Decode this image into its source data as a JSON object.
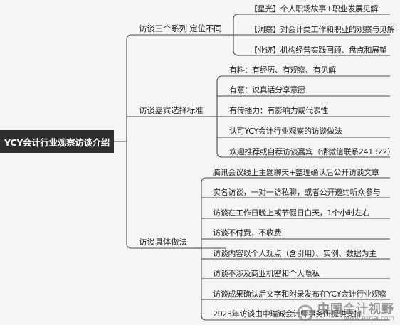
{
  "root": {
    "label": "YCY会计行业观察访谈介绍"
  },
  "branches": [
    {
      "label": "访谈三个系列 定位不同",
      "leaves": [
        "【星光】个人职场故事+职业发展见解",
        "【洞察】对会计类工作和职业的观察与见解",
        "【业迹】机构经营实践回顾、盘点和展望"
      ]
    },
    {
      "label": "访谈嘉宾选择标准",
      "leaves": [
        "有料：有经历、有观察、有见解",
        "有意：说真话分享意愿",
        "有传播力：有影响力或代表性",
        "认可YCY会计行业观察的访谈做法",
        "欢迎推荐或自荐访谈嘉宾（请微信联系241322）"
      ]
    },
    {
      "label": "访谈具体做法",
      "leaves": [
        "腾讯会议线上主题聊天+整理确认后公开访谈文章",
        "实名访谈，一对一访私聊，或者公开邀约听众参与",
        "访谈在工作日晚上或节假日白天，1个小时左右",
        "访谈不付费，不收费",
        "访谈内容以个人观点（含引用）、实例、数据为主",
        "访谈不涉及商业机密和个人隐私",
        "访谈成果确认后文字和附录发布在YCY会计行业观察",
        "2023年访谈由中瑞诚会计师事务所提供支持"
      ]
    }
  ],
  "watermark": {
    "cn": "中国会计视野",
    "en": "www.esnai.com"
  },
  "colors": {
    "line": "#4a4a4a",
    "root_bg": "#2e2e2e"
  }
}
